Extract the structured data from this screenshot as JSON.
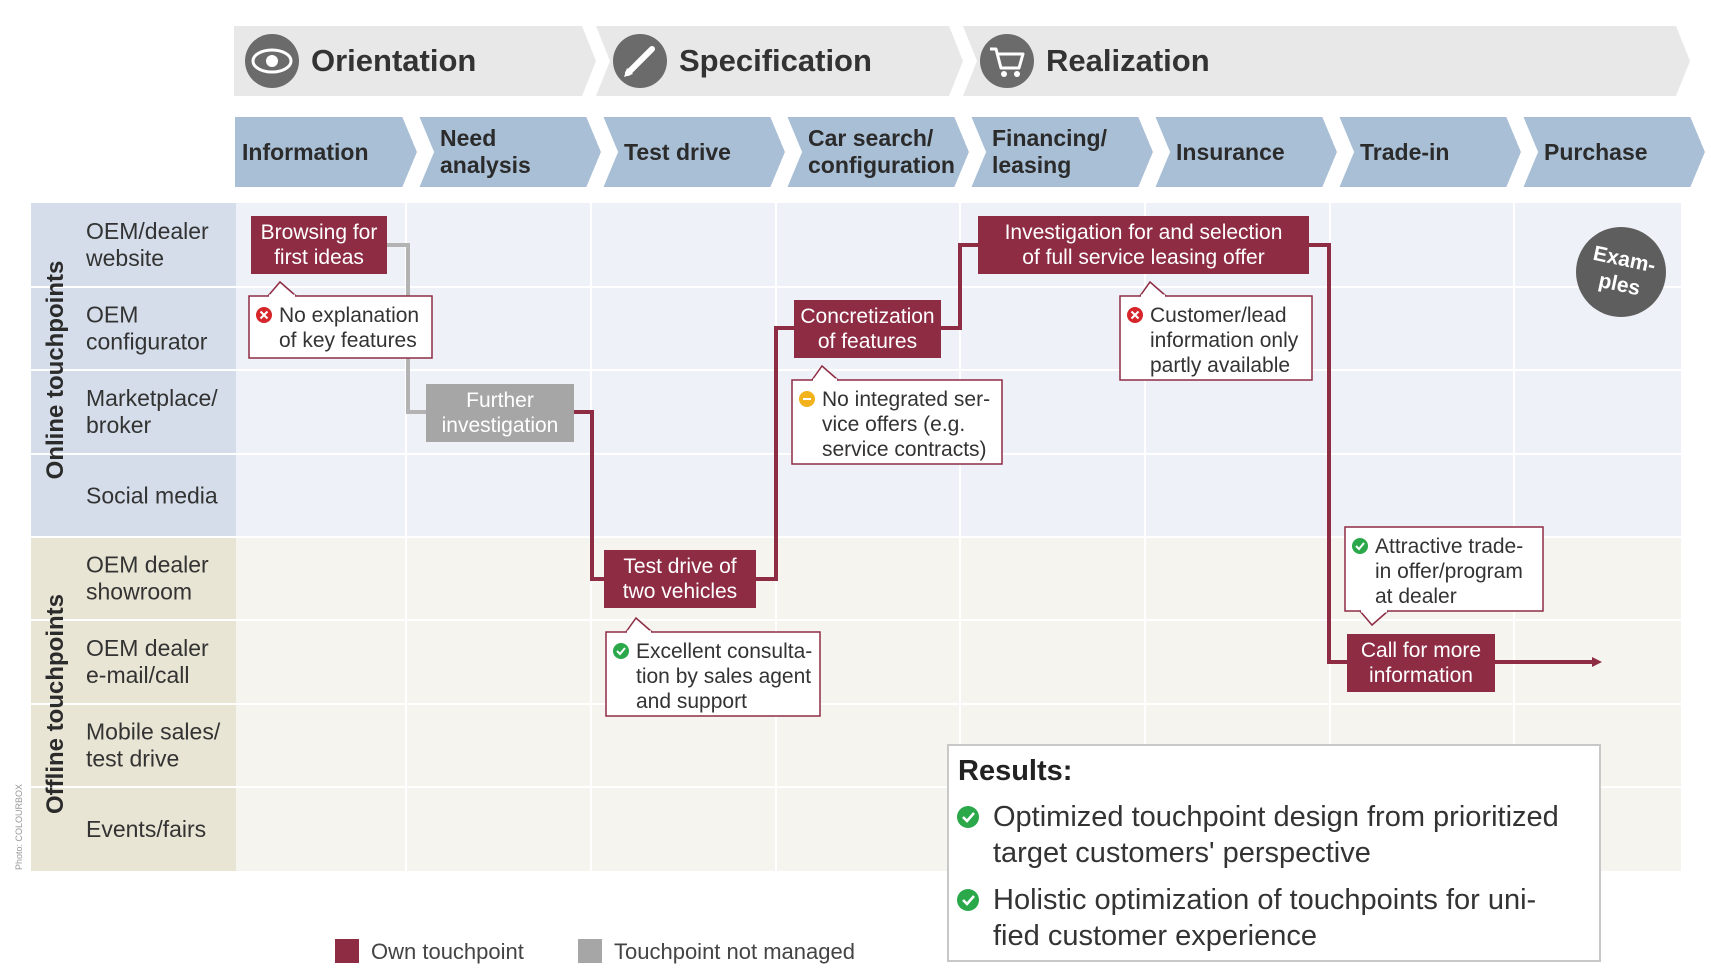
{
  "colors": {
    "own": "#8e2c44",
    "not_managed": "#a6a6a6",
    "stage": "#a9bfd6",
    "phase": "#e8e8e8",
    "online_bg": "#eef1f7",
    "offline_bg": "#f6f4ee",
    "online_label": "#d4dde9",
    "offline_label": "#e9e5d4",
    "ok": "#2aa84a",
    "bad": "#d6262b",
    "warn": "#f2b21c"
  },
  "phases": [
    {
      "label": "Orientation",
      "icon": "eye-icon"
    },
    {
      "label": "Specification",
      "icon": "pen-icon"
    },
    {
      "label": "Realization",
      "icon": "cart-icon"
    }
  ],
  "stages": [
    {
      "lines": [
        "Information"
      ]
    },
    {
      "lines": [
        "Need",
        "analysis"
      ]
    },
    {
      "lines": [
        "Test drive"
      ]
    },
    {
      "lines": [
        "Car search/",
        "configuration"
      ]
    },
    {
      "lines": [
        "Financing/",
        "leasing"
      ]
    },
    {
      "lines": [
        "Insurance"
      ]
    },
    {
      "lines": [
        "Trade-in"
      ]
    },
    {
      "lines": [
        "Purchase"
      ]
    }
  ],
  "groups": {
    "online": "Online touchpoints",
    "offline": "Offline touchpoints"
  },
  "rows": [
    {
      "lines": [
        "OEM/dealer",
        "website"
      ]
    },
    {
      "lines": [
        "OEM",
        "configurator"
      ]
    },
    {
      "lines": [
        "Marketplace/",
        "broker"
      ]
    },
    {
      "lines": [
        "Social media"
      ]
    },
    {
      "lines": [
        "OEM dealer",
        "showroom"
      ]
    },
    {
      "lines": [
        "OEM dealer",
        "e-mail/call"
      ]
    },
    {
      "lines": [
        "Mobile sales/",
        "test drive"
      ]
    },
    {
      "lines": [
        "Events/fairs"
      ]
    }
  ],
  "touchpoints": [
    {
      "name": "browsing",
      "type": "own",
      "lines": [
        "Browsing for",
        "first ideas"
      ]
    },
    {
      "name": "further-investigation",
      "type": "not_managed",
      "lines": [
        "Further",
        "investigation"
      ]
    },
    {
      "name": "test-drive",
      "type": "own",
      "lines": [
        "Test drive of",
        "two vehicles"
      ]
    },
    {
      "name": "concretization",
      "type": "own",
      "lines": [
        "Concretization",
        "of features"
      ]
    },
    {
      "name": "leasing-offer",
      "type": "own",
      "lines": [
        "Investigation for and selection",
        "of full service leasing offer"
      ]
    },
    {
      "name": "call-info",
      "type": "own",
      "lines": [
        "Call for more",
        "information"
      ]
    }
  ],
  "callouts": [
    {
      "name": "no-explanation",
      "status": "bad",
      "lines": [
        "No explanation",
        "of key features"
      ]
    },
    {
      "name": "no-integrated-offers",
      "status": "warn",
      "lines": [
        "No integrated ser-",
        "vice offers (e.g.",
        "service contracts)"
      ]
    },
    {
      "name": "excellent-consultation",
      "status": "ok",
      "lines": [
        "Excellent consulta-",
        "tion by sales agent",
        "and support"
      ]
    },
    {
      "name": "customer-lead-info",
      "status": "bad",
      "lines": [
        "Customer/lead",
        "information only",
        "partly available"
      ]
    },
    {
      "name": "attractive-trade-in",
      "status": "ok",
      "lines": [
        "Attractive trade-",
        "in offer/program",
        "at dealer"
      ]
    }
  ],
  "examples_badge": [
    "Exam-",
    "ples"
  ],
  "results": {
    "title": "Results:",
    "items": [
      {
        "lines": [
          "Optimized touchpoint design from prioritized",
          "target customers' perspective"
        ]
      },
      {
        "lines": [
          "Holistic optimization of touchpoints for uni-",
          "fied customer experience"
        ]
      }
    ]
  },
  "legend": {
    "own": "Own touchpoint",
    "not_managed": "Touchpoint not managed"
  },
  "photo_credit": "Photo: COLOURBOX"
}
